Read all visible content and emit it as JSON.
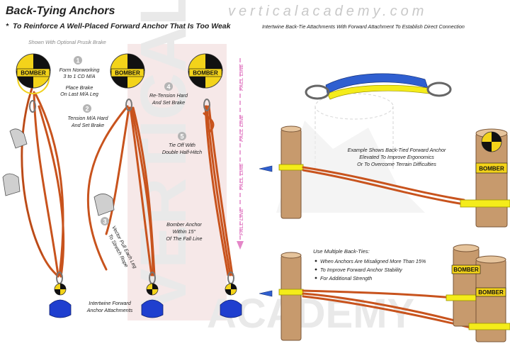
{
  "header": {
    "title": "Back-Tying Anchors",
    "subtitle": "To Reinforce A Well-Placed Forward Anchor That Is Too Weak",
    "brand": "verticalacademy.com",
    "optional_note": "Shown With Optional Prusik Brake"
  },
  "steps": [
    {
      "num": "1",
      "lines": [
        "Form Nonworking",
        "3 to 1 CD M/A",
        "Place Brake",
        "On Last M/A Leg"
      ]
    },
    {
      "num": "2",
      "lines": [
        "Tension M/A Hard",
        "And Set Brake"
      ]
    },
    {
      "num": "3",
      "lines": [
        "Vector Pull Each Leg",
        "To Stretch Rope"
      ]
    },
    {
      "num": "4",
      "lines": [
        "Re-Tension Hard",
        "And Set Brake"
      ]
    },
    {
      "num": "5",
      "lines": [
        "Tie Off With",
        "Double Half-Hitch"
      ]
    }
  ],
  "notes": {
    "bomber_within": [
      "Bomber Anchor",
      "Within 15°",
      "Of The Fall Line"
    ],
    "intertwine_forward": [
      "Intertwine Forward",
      "Anchor Attachments"
    ],
    "intertwine_backtie": "Intertwine Back-Tie Attachments With Forward Attachment To Establish Direct Connection",
    "elevated": [
      "Example Shows Back-Tied Forward Anchor",
      "Elevated To Improve Ergonomics",
      "Or To Overcome Terrain Difficulties"
    ],
    "multiple_title": "Use Multiple Back-Ties:",
    "multiple_items": [
      "When Anchors Are Misaligned More Than 15%",
      "To Improve Forward Anchor Stability",
      "For Additional Strength"
    ]
  },
  "labels": {
    "bomber": "BOMBER",
    "fall_line": "FALL LINE"
  },
  "watermark": {
    "left": "VERTICAL",
    "right": "ACADEMY"
  },
  "colors": {
    "rope": "#c8531d",
    "webbing": "#f4ec1a",
    "webbing_blue": "#2f5fd0",
    "post": "#c79a6d",
    "fall_line": "#e486c8",
    "step_circle": "#b5b5b5",
    "rigging_plate": "#1f3fcf"
  }
}
